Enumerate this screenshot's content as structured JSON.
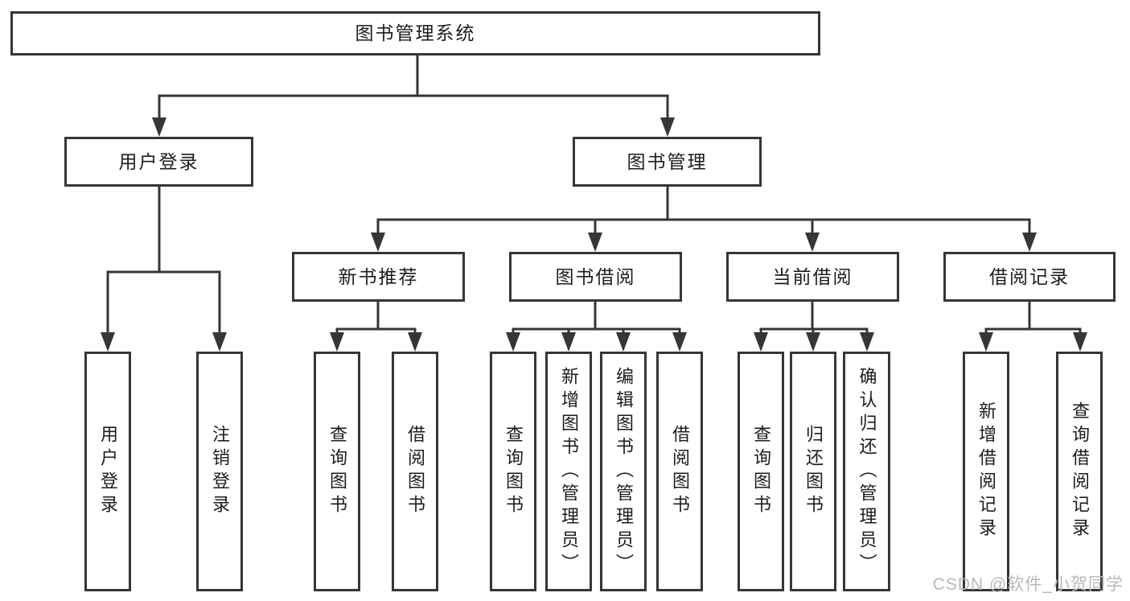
{
  "diagram": {
    "root": {
      "label": "图书管理系统"
    },
    "level2": [
      {
        "label": "用户登录",
        "children": [
          {
            "label": "用户登录"
          },
          {
            "label": "注销登录"
          }
        ]
      },
      {
        "label": "图书管理",
        "children": [
          {
            "label": "新书推荐",
            "children": [
              {
                "label": "查询图书"
              },
              {
                "label": "借阅图书"
              }
            ]
          },
          {
            "label": "图书借阅",
            "children": [
              {
                "label": "查询图书"
              },
              {
                "label": "新增图书（管理员）"
              },
              {
                "label": "编辑图书（管理员）"
              },
              {
                "label": "借阅图书"
              }
            ]
          },
          {
            "label": "当前借阅",
            "children": [
              {
                "label": "查询图书"
              },
              {
                "label": "归还图书"
              },
              {
                "label": "确认归还（管理员）"
              }
            ]
          },
          {
            "label": "借阅记录",
            "children": [
              {
                "label": "新增借阅记录"
              },
              {
                "label": "查询借阅记录"
              }
            ]
          }
        ]
      }
    ]
  },
  "watermark": "CSDN @软件_小贺同学",
  "colors": {
    "line": "#363636",
    "box_border": "#363636",
    "text": "#1d1d1d",
    "watermark": "#b9b9b9",
    "background": "#ffffff"
  }
}
